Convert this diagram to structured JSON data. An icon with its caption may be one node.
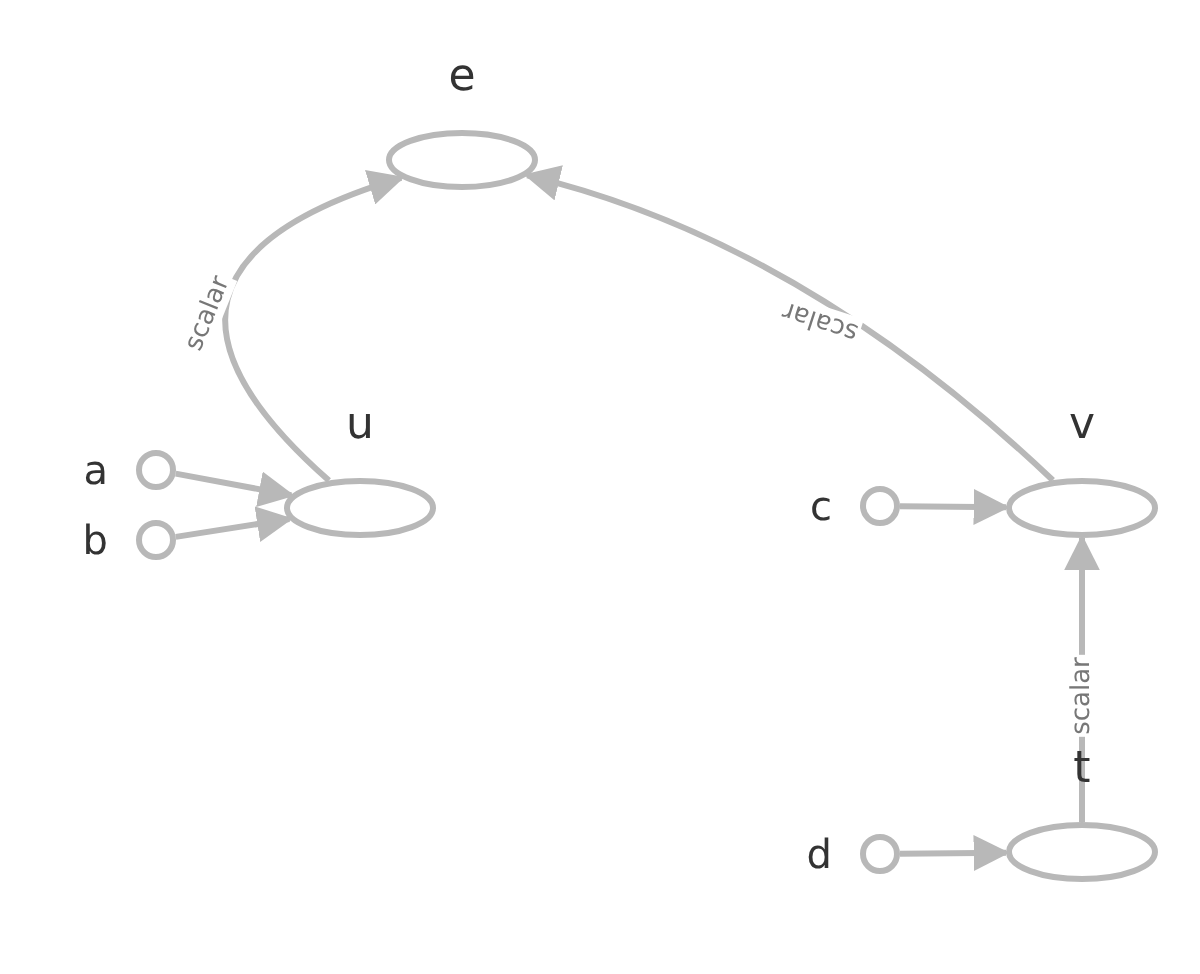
{
  "diagram": {
    "nodes": [
      {
        "text": [
          "e"
        ]
      },
      {
        "text": [
          "u"
        ]
      },
      {
        "text": [
          "v"
        ]
      },
      {
        "text": [
          "t"
        ]
      },
      {
        "text": [],
        "shape": "circle",
        "beside": [
          "a"
        ]
      },
      {
        "text": [],
        "shape": "circle",
        "beside": [
          "b"
        ]
      },
      {
        "text": [],
        "shape": "circle",
        "beside": [
          "c"
        ]
      },
      {
        "text": [],
        "shape": "circle",
        "beside": [
          "d"
        ]
      }
    ],
    "edges": [
      {
        "from": 4,
        "to": 1,
        "arrow": "to"
      },
      {
        "from": 5,
        "to": 1,
        "arrow": "to"
      },
      {
        "from": 1,
        "to": 0,
        "arrow": "to",
        "label": "scalar"
      },
      {
        "from": 2,
        "to": 0,
        "arrow": "to",
        "label": "scalar"
      },
      {
        "from": 6,
        "to": 2,
        "arrow": "to"
      },
      {
        "from": 3,
        "to": 2,
        "arrow": "to",
        "label": "scalar"
      },
      {
        "from": 7,
        "to": 3,
        "arrow": "to"
      }
    ]
  }
}
